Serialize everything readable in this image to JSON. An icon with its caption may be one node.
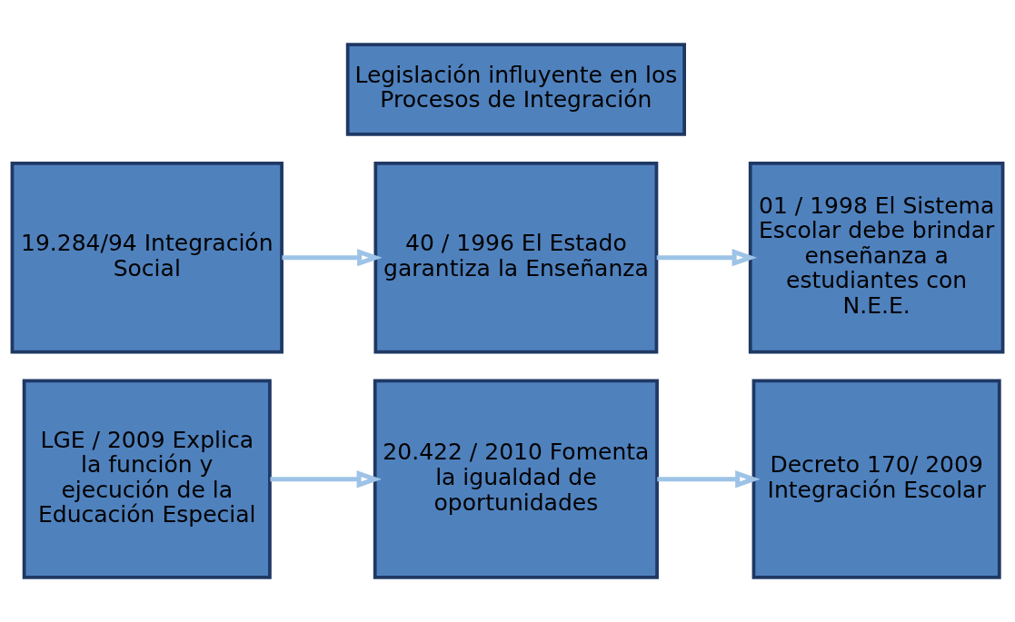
{
  "diagram": {
    "nodes": [
      {
        "text": [
          "Legislación influyente en los Procesos de Integración"
        ]
      },
      {
        "text": [
          "19.284/94 Integración Social"
        ]
      },
      {
        "text": [
          "40 / 1996 El Estado garantiza la Enseñanza"
        ]
      },
      {
        "text": [
          "01 / 1998 El Sistema Escolar debe brindar enseñanza a estudiantes con N.E.E."
        ]
      },
      {
        "text": [
          "LGE / 2009 Explica la función y ejecución de la Educación Especial"
        ]
      },
      {
        "text": [
          "20.422 / 2010 Fomenta la igualdad de oportunidades"
        ]
      },
      {
        "text": [
          "Decreto 170/ 2009 Integración Escolar"
        ]
      }
    ],
    "edges": [
      {
        "from": 1,
        "to": 2,
        "arrow": "to"
      },
      {
        "from": 2,
        "to": 3,
        "arrow": "to"
      },
      {
        "from": 4,
        "to": 5,
        "arrow": "to"
      },
      {
        "from": 5,
        "to": 6,
        "arrow": "to"
      }
    ]
  }
}
